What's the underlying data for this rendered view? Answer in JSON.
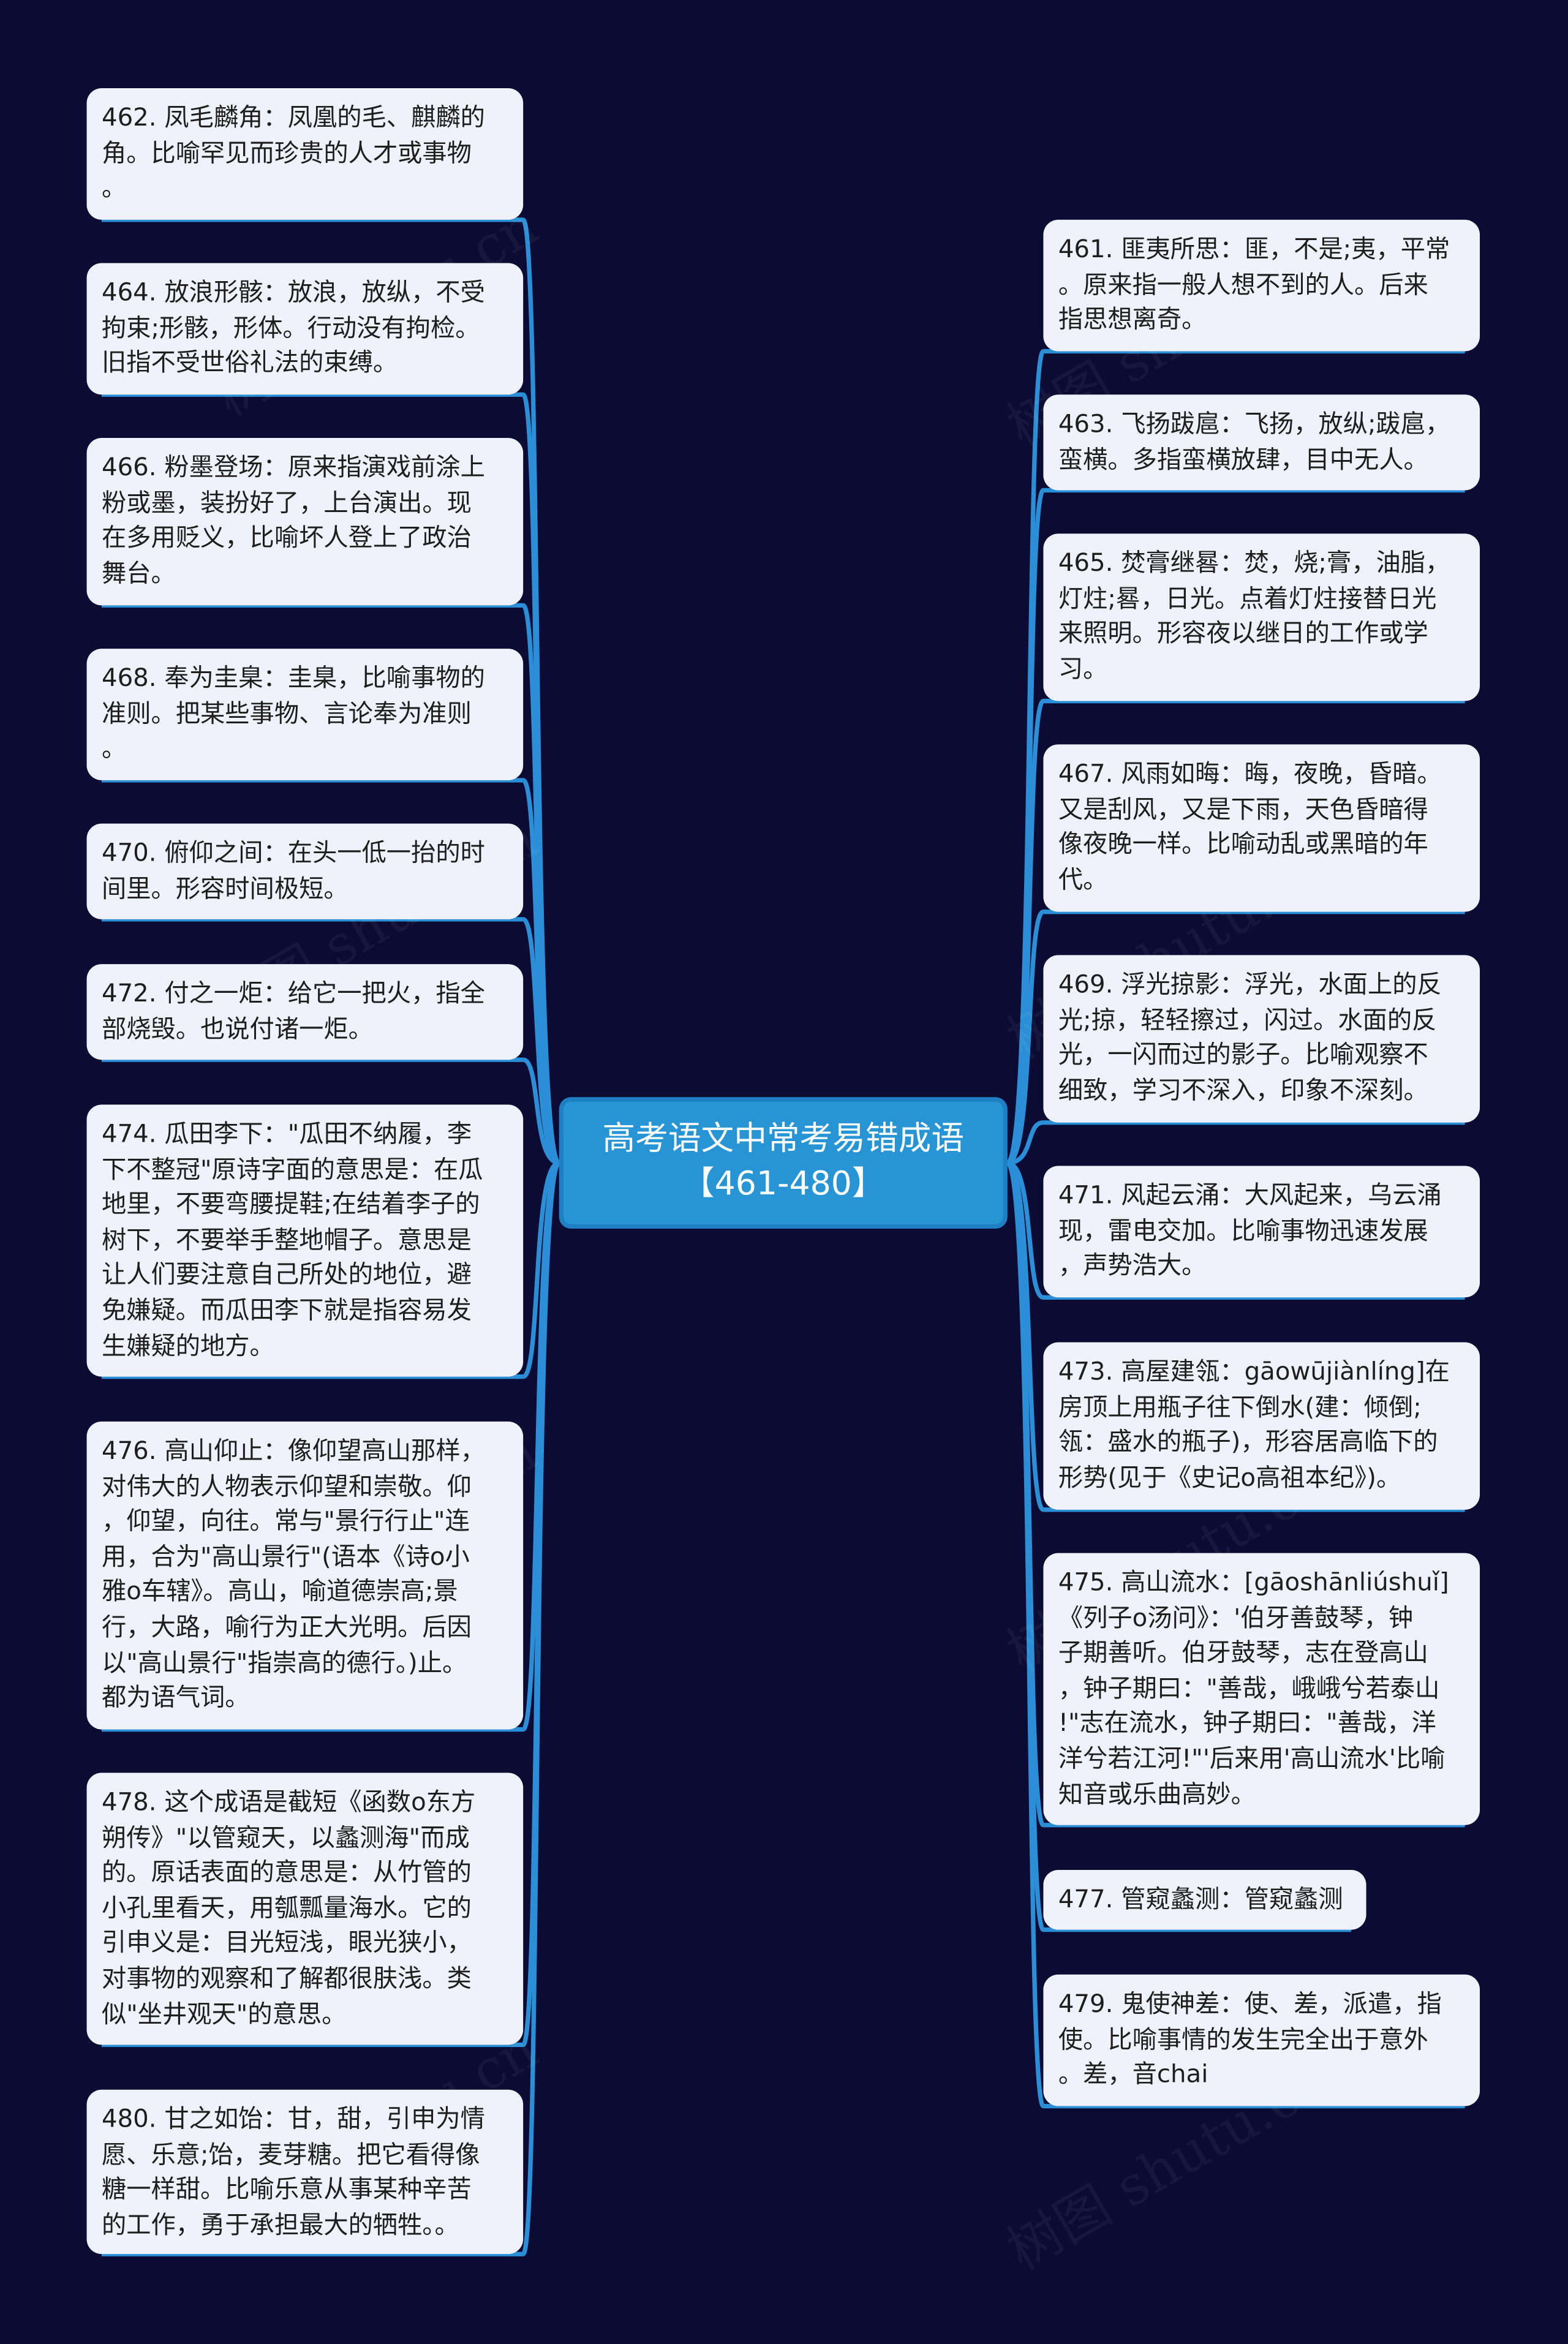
{
  "root": {
    "title": "高考语文中常考易错成语\n【461-480】"
  },
  "left_nodes": [
    {
      "id": "462",
      "text": "462. 凤毛麟角：凤凰的毛、麒麟的\n角。比喻罕见而珍贵的人才或事物\n。"
    },
    {
      "id": "464",
      "text": "464. 放浪形骸：放浪，放纵，不受\n拘束;形骸，形体。行动没有拘检。\n旧指不受世俗礼法的束缚。"
    },
    {
      "id": "466",
      "text": "466. 粉墨登场：原来指演戏前涂上\n粉或墨，装扮好了，上台演出。现\n在多用贬义，比喻坏人登上了政治\n舞台。"
    },
    {
      "id": "468",
      "text": "468. 奉为圭臬：圭臬，比喻事物的\n准则。把某些事物、言论奉为准则\n。"
    },
    {
      "id": "470",
      "text": "470. 俯仰之间：在头一低一抬的时\n间里。形容时间极短。"
    },
    {
      "id": "472",
      "text": "472. 付之一炬：给它一把火，指全\n部烧毁。也说付诸一炬。"
    },
    {
      "id": "474",
      "text": "474. 瓜田李下：\"瓜田不纳履，李\n下不整冠\"原诗字面的意思是：在瓜\n地里，不要弯腰提鞋;在结着李子的\n树下，不要举手整地帽子。意思是\n让人们要注意自己所处的地位，避\n免嫌疑。而瓜田李下就是指容易发\n生嫌疑的地方。"
    },
    {
      "id": "476",
      "text": "476. 高山仰止：像仰望高山那样，\n对伟大的人物表示仰望和崇敬。仰\n，仰望，向往。常与\"景行行止\"连\n用，合为\"高山景行\"(语本《诗o小\n雅o车辖》。高山，喻道德崇高;景\n行，大路，喻行为正大光明。后因\n以\"高山景行\"指崇高的德行。)止。\n都为语气词。"
    },
    {
      "id": "478",
      "text": "478. 这个成语是截短《函数o东方\n朔传》\"以管窥天，以蠡测海\"而成\n的。原话表面的意思是：从竹管的\n小孔里看天，用瓠瓢量海水。它的\n引申义是：目光短浅，眼光狭小，\n对事物的观察和了解都很肤浅。类\n似\"坐井观天\"的意思。"
    },
    {
      "id": "480",
      "text": "480. 甘之如饴：甘，甜，引申为情\n愿、乐意;饴，麦芽糖。把它看得像\n糖一样甜。比喻乐意从事某种辛苦\n的工作，勇于承担最大的牺牲。。"
    }
  ],
  "right_nodes": [
    {
      "id": "461",
      "text": "461. 匪夷所思：匪，不是;夷，平常\n。原来指一般人想不到的人。后来\n指思想离奇。"
    },
    {
      "id": "463",
      "text": "463. 飞扬跋扈：飞扬，放纵;跋扈，\n蛮横。多指蛮横放肆，目中无人。"
    },
    {
      "id": "465",
      "text": "465. 焚膏继晷：焚，烧;膏，油脂，\n灯炷;晷，日光。点着灯炷接替日光\n来照明。形容夜以继日的工作或学\n习。"
    },
    {
      "id": "467",
      "text": "467. 风雨如晦：晦，夜晚，昏暗。\n又是刮风，又是下雨，天色昏暗得\n像夜晚一样。比喻动乱或黑暗的年\n代。"
    },
    {
      "id": "469",
      "text": "469. 浮光掠影：浮光，水面上的反\n光;掠，轻轻擦过，闪过。水面的反\n光，一闪而过的影子。比喻观察不\n细致，学习不深入，印象不深刻。"
    },
    {
      "id": "471",
      "text": "471. 风起云涌：大风起来，乌云涌\n现，雷电交加。比喻事物迅速发展\n，声势浩大。"
    },
    {
      "id": "473",
      "text": "473. 高屋建瓴：gāowūjiànlíng]在\n房顶上用瓶子往下倒水(建：倾倒;\n瓴：盛水的瓶子)，形容居高临下的\n形势(见于《史记o高祖本纪》)。"
    },
    {
      "id": "475",
      "text": "475. 高山流水：[gāoshānliúshuǐ]\n《列子o汤问》：'伯牙善鼓琴，钟\n子期善听。伯牙鼓琴，志在登高山\n，钟子期曰：\"善哉，峨峨兮若泰山\n!\"志在流水，钟子期曰：\"善哉，洋\n洋兮若江河!\"'后来用'高山流水'比喻\n知音或乐曲高妙。"
    },
    {
      "id": "477",
      "text": "477. 管窥蠡测：管窥蠡测"
    },
    {
      "id": "479",
      "text": "479. 鬼使神差：使、差，派遣，指\n使。比喻事情的发生完全出于意外\n。差，音chai"
    }
  ],
  "watermark": "树图 shutu.cn",
  "colors": {
    "background": "#0b0b33",
    "node": "#eff1fb",
    "root": "#2794d6",
    "link": "#2a8fd6"
  }
}
